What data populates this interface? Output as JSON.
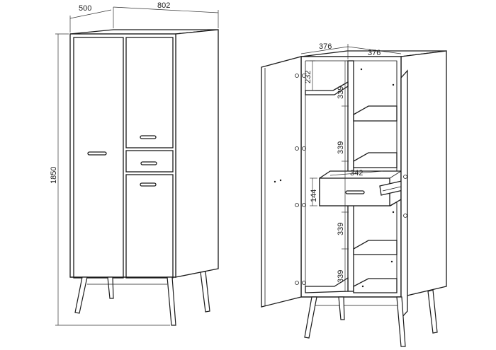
{
  "dimensions": {
    "depth": "500",
    "width": "802",
    "height": "1850",
    "inner_width_left": "376",
    "inner_width_right": "376",
    "top_shelf_gap": "232",
    "shelf_339_a": "339",
    "shelf_339_b": "339",
    "shelf_339_c": "339",
    "shelf_339_d": "339",
    "drawer_height": "144",
    "drawer_depth": "342"
  }
}
